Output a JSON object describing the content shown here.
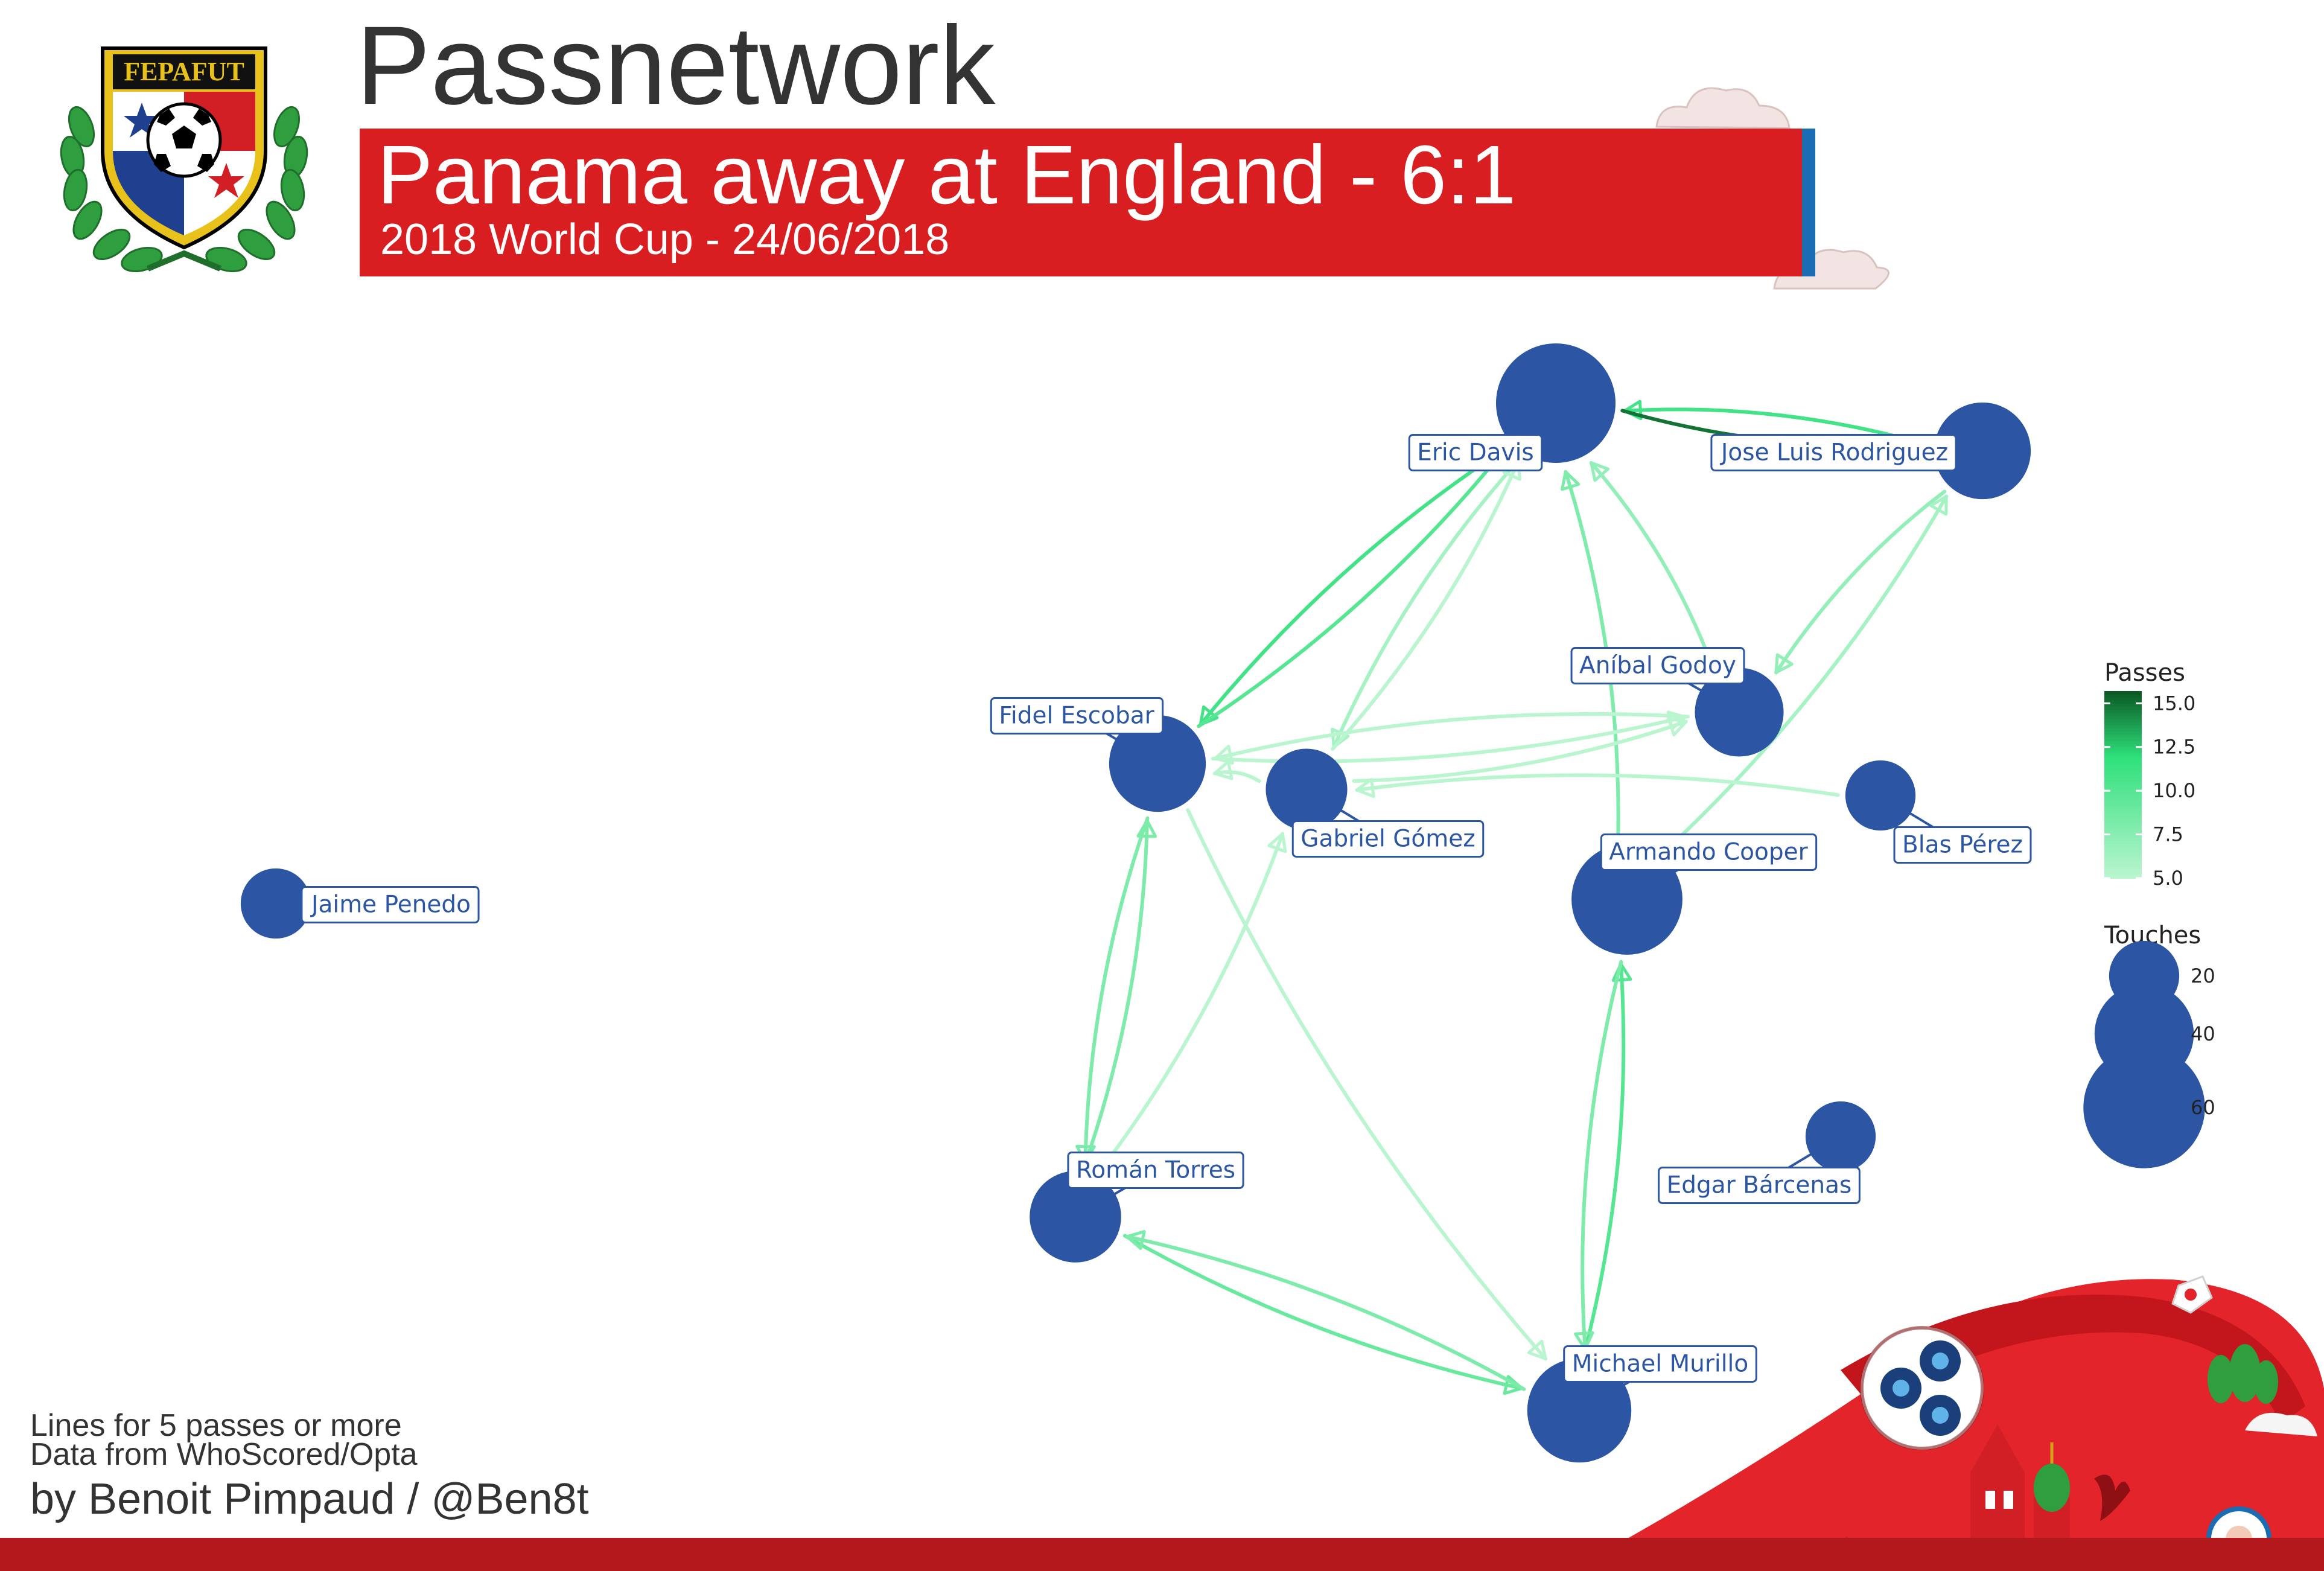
{
  "header": {
    "title": "Passnetwork",
    "subtitle": "Panama away at England - 6:1",
    "event": "2018 World Cup - 24/06/2018",
    "logo_text": "FEPAFUT"
  },
  "notes": [
    "Lines for 5 passes or more",
    "Data from WhoScored/Opta"
  ],
  "credit": "by Benoit Pimpaud / @Ben8t",
  "colors": {
    "banner": "#d91e22",
    "banner_stripe": "#1a6cb3",
    "node": "#2c56a3",
    "label_border": "#2c56a3",
    "pass_low": "#b9f5cf",
    "pass_high": "#0b5a25",
    "footer": "#b3181c"
  },
  "chart_data": {
    "type": "network",
    "title": "Passnetwork",
    "nodes": [
      {
        "id": "eric_davis",
        "name": "Eric Davis",
        "touches": 58
      },
      {
        "id": "jl_rodriguez",
        "name": "Jose Luis Rodriguez",
        "touches": 38
      },
      {
        "id": "anibal_godoy",
        "name": "Aníbal Godoy",
        "touches": 32
      },
      {
        "id": "fidel_escobar",
        "name": "Fidel Escobar",
        "touches": 38
      },
      {
        "id": "gabriel_gomez",
        "name": "Gabriel Gómez",
        "touches": 27
      },
      {
        "id": "blas_perez",
        "name": "Blas Pérez",
        "touches": 20
      },
      {
        "id": "armando_cooper",
        "name": "Armando Cooper",
        "touches": 50
      },
      {
        "id": "jaime_penedo",
        "name": "Jaime Penedo",
        "touches": 20
      },
      {
        "id": "roman_torres",
        "name": "Román Torres",
        "touches": 34
      },
      {
        "id": "edgar_barcenas",
        "name": "Edgar Bárcenas",
        "touches": 20
      },
      {
        "id": "michael_murillo",
        "name": "Michael Murillo",
        "touches": 44
      }
    ],
    "edges": [
      {
        "from": "jl_rodriguez",
        "to": "eric_davis",
        "passes": 11
      },
      {
        "from": "eric_davis",
        "to": "jl_rodriguez",
        "passes": 15
      },
      {
        "from": "eric_davis",
        "to": "fidel_escobar",
        "passes": 11
      },
      {
        "from": "fidel_escobar",
        "to": "eric_davis",
        "passes": 10
      },
      {
        "from": "eric_davis",
        "to": "gabriel_gomez",
        "passes": 6
      },
      {
        "from": "gabriel_gomez",
        "to": "eric_davis",
        "passes": 5
      },
      {
        "from": "anibal_godoy",
        "to": "eric_davis",
        "passes": 7
      },
      {
        "from": "armando_cooper",
        "to": "eric_davis",
        "passes": 8
      },
      {
        "from": "jl_rodriguez",
        "to": "anibal_godoy",
        "passes": 7
      },
      {
        "from": "armando_cooper",
        "to": "jl_rodriguez",
        "passes": 6
      },
      {
        "from": "anibal_godoy",
        "to": "fidel_escobar",
        "passes": 5
      },
      {
        "from": "fidel_escobar",
        "to": "anibal_godoy",
        "passes": 5
      },
      {
        "from": "gabriel_gomez",
        "to": "anibal_godoy",
        "passes": 5
      },
      {
        "from": "blas_perez",
        "to": "gabriel_gomez",
        "passes": 5
      },
      {
        "from": "gabriel_gomez",
        "to": "fidel_escobar",
        "passes": 5
      },
      {
        "from": "roman_torres",
        "to": "fidel_escobar",
        "passes": 8
      },
      {
        "from": "fidel_escobar",
        "to": "roman_torres",
        "passes": 8
      },
      {
        "from": "roman_torres",
        "to": "gabriel_gomez",
        "passes": 5
      },
      {
        "from": "fidel_escobar",
        "to": "michael_murillo",
        "passes": 5
      },
      {
        "from": "roman_torres",
        "to": "michael_murillo",
        "passes": 9
      },
      {
        "from": "michael_murillo",
        "to": "roman_torres",
        "passes": 8
      },
      {
        "from": "michael_murillo",
        "to": "armando_cooper",
        "passes": 10
      },
      {
        "from": "armando_cooper",
        "to": "michael_murillo",
        "passes": 8
      }
    ],
    "legend": {
      "passes": {
        "title": "Passes",
        "ticks": [
          "15.0",
          "12.5",
          "10.0",
          "7.5",
          "5.0"
        ],
        "range": [
          5,
          15.7
        ]
      },
      "touches": {
        "title": "Touches",
        "items": [
          {
            "label": "20",
            "value": 20
          },
          {
            "label": "40",
            "value": 40
          },
          {
            "label": "60",
            "value": 60
          }
        ]
      }
    }
  }
}
